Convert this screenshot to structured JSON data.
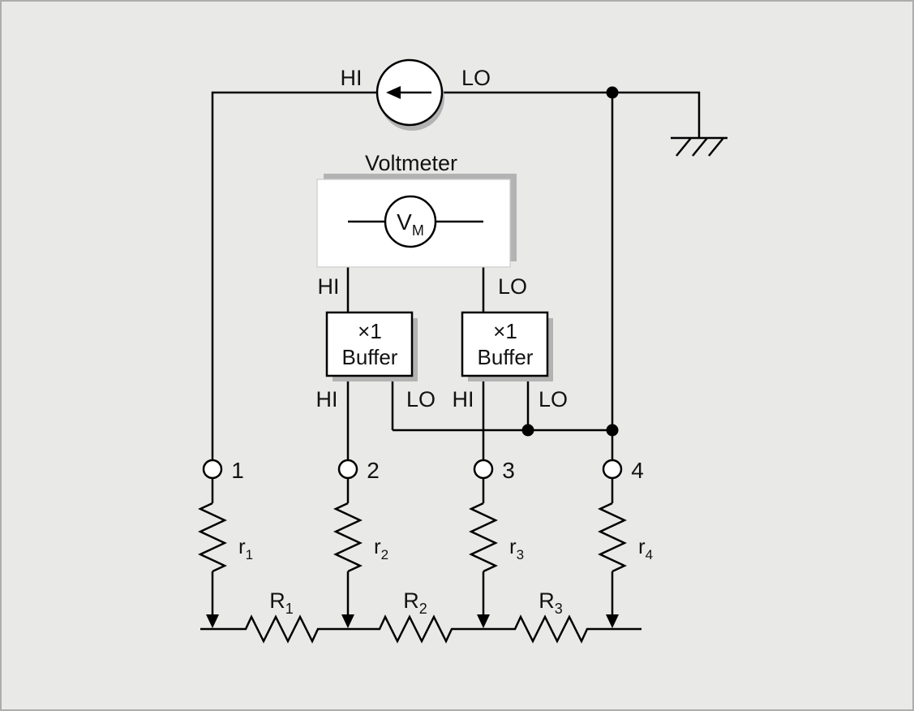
{
  "colors": {
    "background": "#e9e9e8",
    "frame": "#adadad",
    "line": "#000000",
    "shadow": "#b3b3b3"
  },
  "current_source": {
    "hi": "HI",
    "lo": "LO"
  },
  "voltmeter": {
    "title": "Voltmeter",
    "meter": "V",
    "meter_sub": "M",
    "hi": "HI",
    "lo": "LO"
  },
  "buffer_left": {
    "gain": "×1",
    "name": "Buffer",
    "hi": "HI",
    "lo": "LO"
  },
  "buffer_right": {
    "gain": "×1",
    "name": "Buffer",
    "hi": "HI",
    "lo": "LO"
  },
  "probes": [
    {
      "number": "1",
      "r": "r",
      "r_sub": "1"
    },
    {
      "number": "2",
      "r": "r",
      "r_sub": "2"
    },
    {
      "number": "3",
      "r": "r",
      "r_sub": "3"
    },
    {
      "number": "4",
      "r": "r",
      "r_sub": "4"
    }
  ],
  "surface_resistors": [
    {
      "name": "R",
      "sub": "1"
    },
    {
      "name": "R",
      "sub": "2"
    },
    {
      "name": "R",
      "sub": "3"
    }
  ]
}
